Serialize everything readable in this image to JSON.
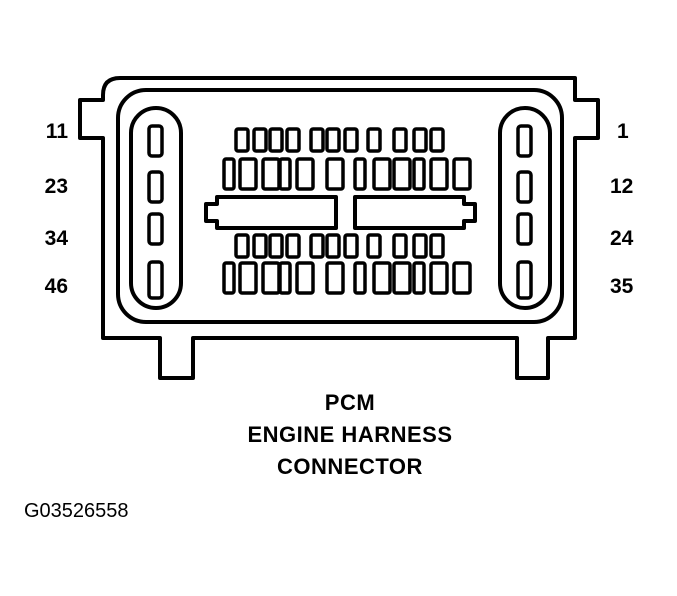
{
  "pin_labels": {
    "left": [
      "11",
      "23",
      "34",
      "46"
    ],
    "right": [
      "1",
      "12",
      "24",
      "35"
    ]
  },
  "caption": {
    "line1": "PCM",
    "line2": "ENGINE HARNESS",
    "line3": "CONNECTOR"
  },
  "figure_id": "G03526558",
  "colors": {
    "stroke": "#000000",
    "fill": "#ffffff"
  }
}
